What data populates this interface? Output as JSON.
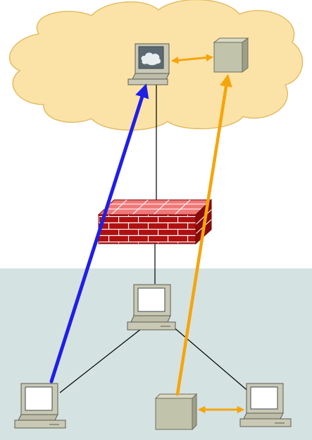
{
  "diagram": {
    "zones": [
      {
        "id": "internet",
        "kind": "cloud",
        "fill": "#fbe3a8",
        "stroke": "#e3bd66"
      },
      {
        "id": "lan",
        "kind": "rect",
        "fill": "#d5e2e2"
      }
    ],
    "nodes": [
      {
        "id": "cloud-workstation",
        "kind": "computer",
        "screen": "cloud"
      },
      {
        "id": "cloud-server",
        "kind": "box"
      },
      {
        "id": "firewall",
        "kind": "firewall"
      },
      {
        "id": "lan-hub-computer",
        "kind": "computer",
        "screen": "white"
      },
      {
        "id": "lan-left-computer",
        "kind": "computer",
        "screen": "white"
      },
      {
        "id": "lan-server",
        "kind": "box"
      },
      {
        "id": "lan-right-computer",
        "kind": "computer",
        "screen": "white"
      }
    ],
    "links": [
      {
        "from": "cloud-workstation",
        "to": "firewall",
        "style": "thin"
      },
      {
        "from": "firewall",
        "to": "lan-hub-computer",
        "style": "thin"
      },
      {
        "from": "lan-hub-computer",
        "to": "lan-left-computer",
        "style": "thin"
      },
      {
        "from": "lan-hub-computer",
        "to": "lan-right-computer",
        "style": "thin"
      }
    ],
    "flows": [
      {
        "from": "lan-left-computer",
        "to": "cloud-workstation",
        "color": "#1f1fe6",
        "direction": "forward"
      },
      {
        "from": "lan-server",
        "to": "cloud-server",
        "color": "#f5a50c",
        "direction": "forward"
      },
      {
        "from": "cloud-workstation",
        "to": "cloud-server",
        "color": "#f5a50c",
        "direction": "both"
      },
      {
        "from": "lan-server",
        "to": "lan-right-computer",
        "color": "#f5a50c",
        "direction": "both"
      }
    ],
    "colors": {
      "computer_body": "#c9c9b6",
      "computer_shade": "#a0a08a",
      "box_face": "#c2c3ab",
      "box_side": "#9fa08a",
      "firewall_front": "#b01010",
      "firewall_top": "#f07878",
      "firewall_mortar": "#ffffff",
      "line": "#000000"
    }
  }
}
